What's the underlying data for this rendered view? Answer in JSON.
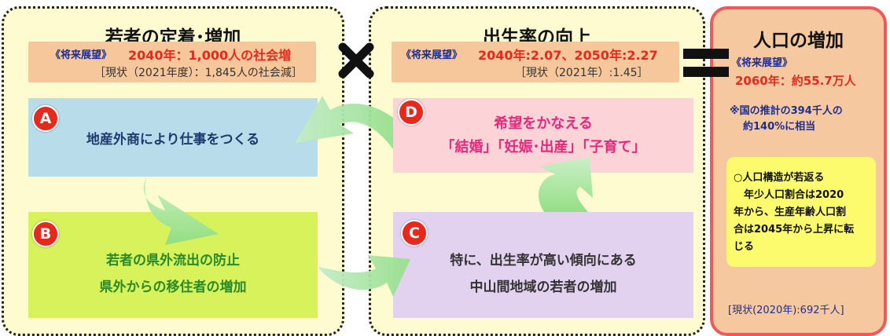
{
  "left": {
    "title": "若者の定着･増加",
    "vision_label": "《将来展望》",
    "vision_value": "2040年：1,000人の社会増",
    "current": "［現状（2021年度）：1,845人の社会減］",
    "box_a": {
      "badge": "A",
      "text": "地産外商により仕事をつくる"
    },
    "box_b": {
      "badge": "B",
      "line1": "若者の県外流出の防止",
      "line2": "県外からの移住者の増加"
    }
  },
  "middle": {
    "title": "出生率の向上",
    "vision_label": "《将来展望》",
    "vision_value": "2040年:2.07、2050年:2.27",
    "current": "［現状（2021年）:1.45］",
    "box_d": {
      "badge": "D",
      "line1": "希望をかなえる",
      "line2": "「結婚」｢妊娠･出産」「子育て」"
    },
    "box_c": {
      "badge": "C",
      "line1": "特に、出生率が高い傾向にある",
      "line2": "中山間地域の若者の増加"
    }
  },
  "right": {
    "title": "人口の増加",
    "vision_label": "《将来展望》",
    "vision_value": "2060年：約55.7万人",
    "note_line1": "※国の推計の394千人の",
    "note_line2": "約140%に相当",
    "structure_lines": [
      "○人口構造が若返る",
      "　年少人口割合は2020",
      "年から、生産年齢人口割",
      "合は2045年から上昇に転",
      "じる"
    ],
    "current": "[現状(2020年):692千人]"
  },
  "operators": {
    "times": "×",
    "equals": "="
  },
  "colors": {
    "panel_bg": "#fffbd0",
    "vision_bg": "#f5c79a",
    "box_a": "#b9dcea",
    "box_b": "#d7f25a",
    "box_c": "#e3d1f0",
    "box_d": "#fcd3d7",
    "right_panel": "#f6c8a0",
    "right_border": "#ee5a5a",
    "structure_box": "#fcfb6e",
    "badge": "#e8281c"
  }
}
